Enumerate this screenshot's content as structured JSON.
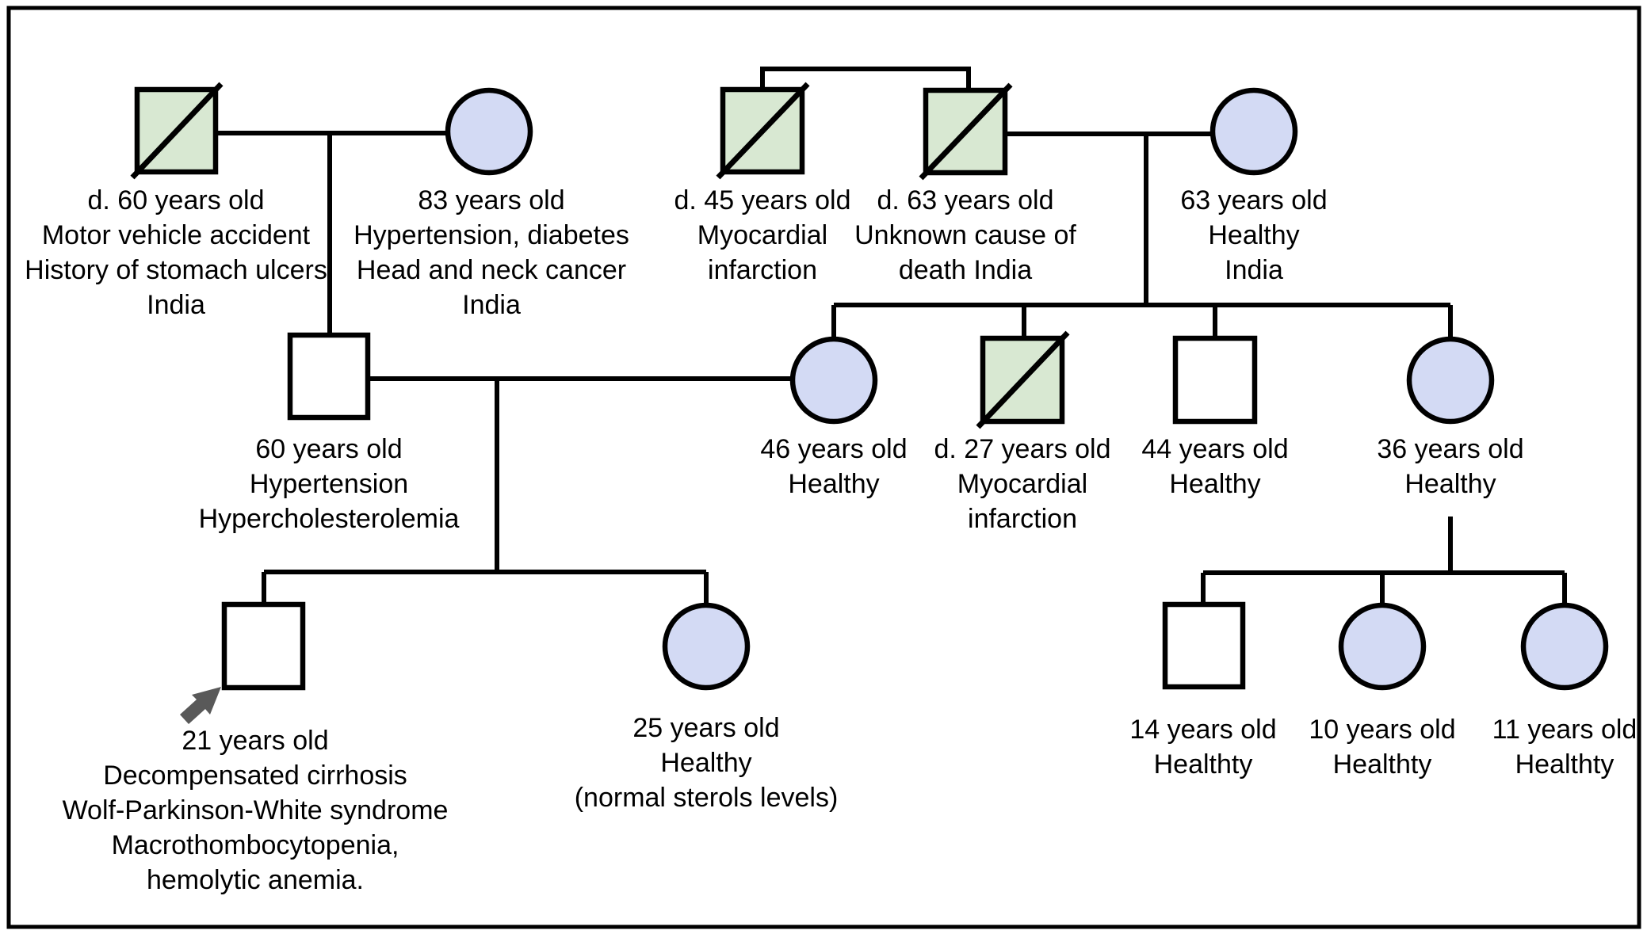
{
  "pedigree": {
    "figure_type": "family pedigree diagram, three generations",
    "colors": {
      "affected_deceased_fill": "#d8e8d2",
      "female_fill": "#d3daf4",
      "unaffected_fill": "#ffffff",
      "line_color": "#000000",
      "proband_arrow": "#595959",
      "background": "#ffffff"
    },
    "persons": {
      "I1": {
        "sex": "male",
        "symbol": "square",
        "deceased": true,
        "fill": "green",
        "labels": [
          "d. 60 years old",
          "Motor vehicle accident",
          "History of stomach ulcers",
          "India"
        ]
      },
      "I2": {
        "sex": "female",
        "symbol": "circle",
        "deceased": false,
        "fill": "blue",
        "labels": [
          "83 years old",
          "Hypertension, diabetes",
          "Head and neck cancer",
          "India"
        ]
      },
      "I3": {
        "sex": "male",
        "symbol": "square",
        "deceased": true,
        "fill": "green",
        "labels": [
          "d. 45 years old",
          "Myocardial",
          "infarction"
        ]
      },
      "I4": {
        "sex": "male",
        "symbol": "square",
        "deceased": true,
        "fill": "green",
        "labels": [
          "d. 63 years old",
          "Unknown cause of",
          "death India"
        ]
      },
      "I5": {
        "sex": "female",
        "symbol": "circle",
        "deceased": false,
        "fill": "blue",
        "labels": [
          "63 years old",
          "Healthy",
          "India"
        ]
      },
      "II1": {
        "sex": "male",
        "symbol": "square",
        "deceased": false,
        "fill": "white",
        "labels": [
          "60 years old",
          "Hypertension",
          "Hypercholesterolemia"
        ]
      },
      "II2": {
        "sex": "female",
        "symbol": "circle",
        "deceased": false,
        "fill": "blue",
        "labels": [
          "46 years old",
          "Healthy"
        ]
      },
      "II3": {
        "sex": "male",
        "symbol": "square",
        "deceased": true,
        "fill": "green",
        "labels": [
          "d. 27 years old",
          "Myocardial",
          "infarction"
        ]
      },
      "II4": {
        "sex": "male",
        "symbol": "square",
        "deceased": false,
        "fill": "white",
        "labels": [
          "44 years old",
          "Healthy"
        ]
      },
      "II5": {
        "sex": "female",
        "symbol": "circle",
        "deceased": false,
        "fill": "blue",
        "labels": [
          "36 years old",
          "Healthy"
        ]
      },
      "III1": {
        "sex": "male",
        "symbol": "square",
        "deceased": false,
        "fill": "white",
        "proband": true,
        "labels": [
          "21 years old",
          "Decompensated cirrhosis",
          "Wolf-Parkinson-White syndrome",
          "Macrothombocytopenia,",
          "hemolytic anemia."
        ]
      },
      "III2": {
        "sex": "female",
        "symbol": "circle",
        "deceased": false,
        "fill": "blue",
        "labels": [
          "25 years old",
          "Healthy",
          "(normal sterols levels)"
        ]
      },
      "III3": {
        "sex": "male",
        "symbol": "square",
        "deceased": false,
        "fill": "white",
        "labels": [
          "14 years old",
          "Healthty"
        ]
      },
      "III4": {
        "sex": "female",
        "symbol": "circle",
        "deceased": false,
        "fill": "blue",
        "labels": [
          "10 years old",
          "Healthty"
        ]
      },
      "III5": {
        "sex": "female",
        "symbol": "circle",
        "deceased": false,
        "fill": "blue",
        "labels": [
          "11 years old",
          "Healthty"
        ]
      }
    }
  }
}
